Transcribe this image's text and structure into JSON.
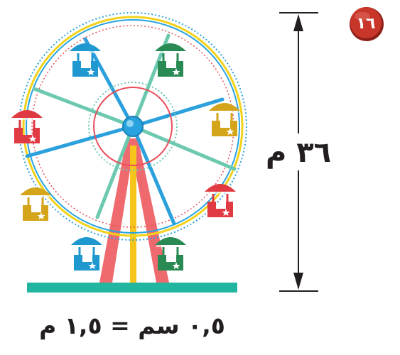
{
  "problem": {
    "number": "١٦",
    "badge_color": "#c8362a"
  },
  "dimension": {
    "label": "٣٦ م"
  },
  "scale": {
    "text": "٠,٥ سم = ١,٥ م"
  },
  "colors": {
    "rim_blue": "#29a3e0",
    "rim_yellow": "#f3d21b",
    "hub_pink": "#e8505b",
    "spoke_blue": "#2aa0dc",
    "spoke_teal": "#6cc9b0",
    "leg_pink": "#ef6a6f",
    "leg_yellow": "#f6c51b",
    "base_teal": "#22b5a0",
    "car_blue": "#1f98cf",
    "car_green": "#2a8a54",
    "car_red": "#e03a43",
    "car_gold": "#d4a51b"
  },
  "gondolas": [
    "car_blue",
    "car_green",
    "car_red",
    "car_gold"
  ]
}
